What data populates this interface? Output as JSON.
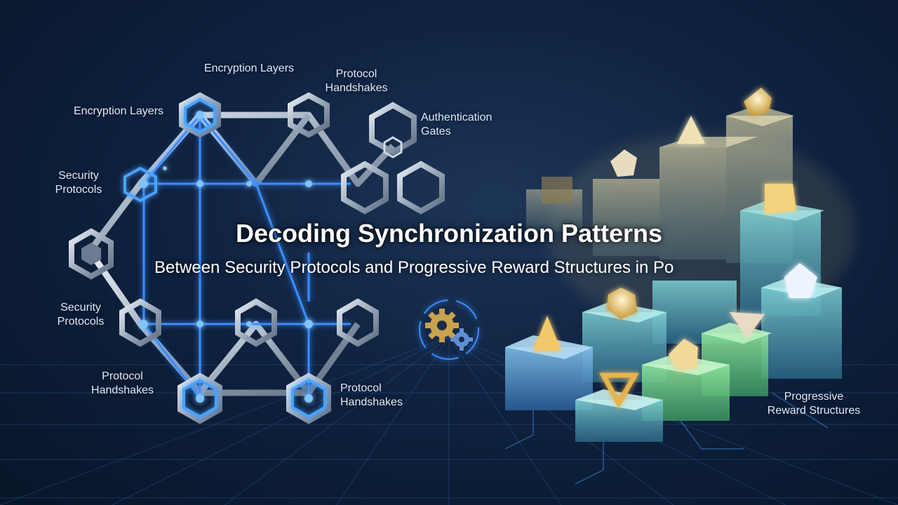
{
  "title": "Decoding Synchronization Patterns",
  "subtitle": "Between Security Protocols and Progressive Reward Structures in Po",
  "labels": {
    "encryption_layers_top": "Encryption Layers",
    "encryption_layers_left": "Encryption Layers",
    "protocol_handshakes_top": "Protocol\nHandshakes",
    "authentication_gates": "Authentication\nGates",
    "security_protocols_upper": "Security\nProtocols",
    "security_protocols_lower": "Security\nProtocols",
    "protocol_handshakes_bottom_left": "Protocol\nHandshakes",
    "protocol_handshakes_bottom_right": "Protocol\nHandshakes",
    "progressive_reward_structures": "Progressive\nReward Structures"
  },
  "icons": {
    "center": "gears-sync-icon",
    "crystals": "gem-icon"
  },
  "colors": {
    "background": "#0f2240",
    "network_glow": "#3a8dff",
    "hex_metal": "#b8c4d4",
    "crystal_gold": "#f4d98a",
    "cube_teal": "#5fb4b8",
    "cube_green": "#6fcf7f"
  }
}
